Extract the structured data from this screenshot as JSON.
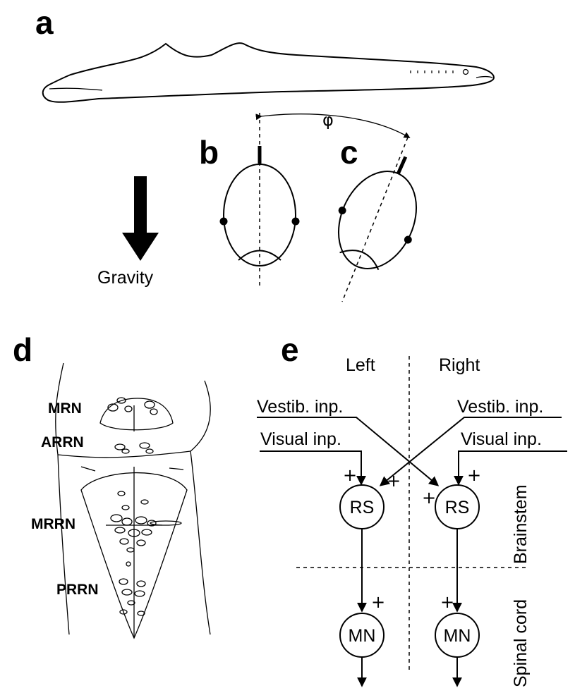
{
  "panels": {
    "a": "a",
    "b": "b",
    "c": "c",
    "d": "d",
    "e": "e"
  },
  "panel_bc": {
    "angle_symbol": "φ",
    "gravity_label": "Gravity"
  },
  "panel_d": {
    "nuclei": [
      "MRN",
      "ARRN",
      "MRRN",
      "PRRN"
    ]
  },
  "panel_e": {
    "left_header": "Left",
    "right_header": "Right",
    "vestibular_left": "Vestib. inp.",
    "visual_left": "Visual inp.",
    "vestibular_right": "Vestib. inp.",
    "visual_right": "Visual inp.",
    "rs_left": "RS",
    "rs_right": "RS",
    "mn_left": "MN",
    "mn_right": "MN",
    "brainstem": "Brainstem",
    "spinal_cord": "Spinal cord",
    "plus": "+"
  }
}
